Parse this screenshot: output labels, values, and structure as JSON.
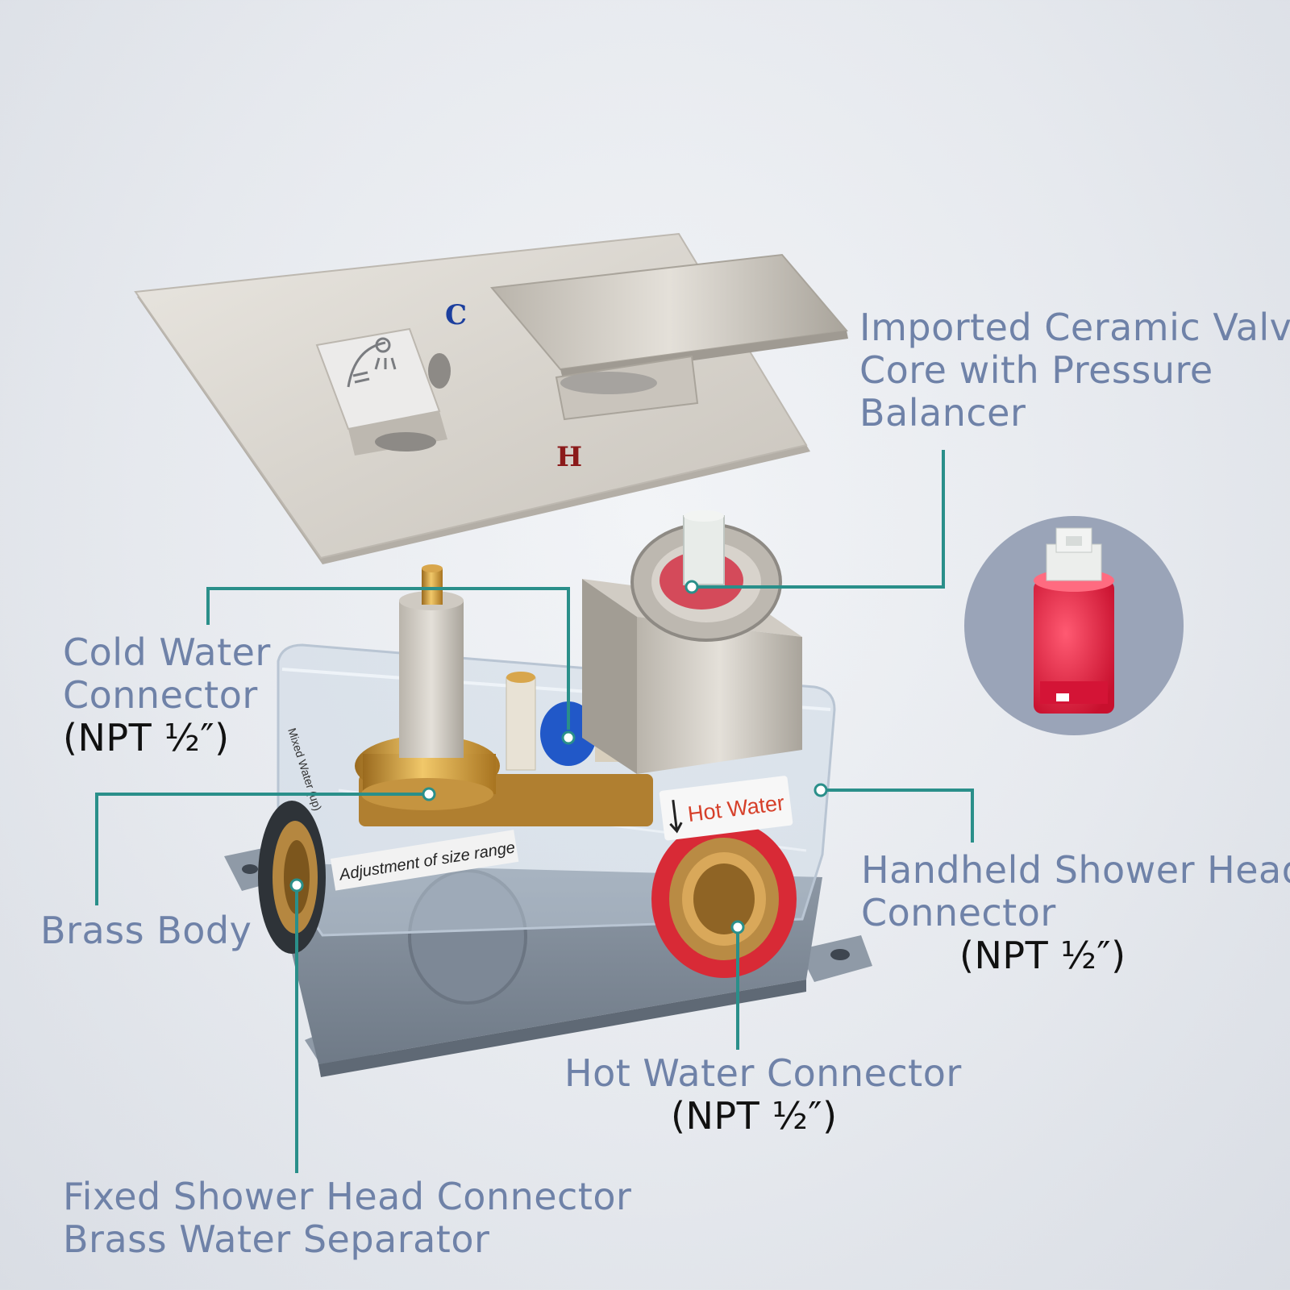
{
  "colors": {
    "label_text": "#6f82a8",
    "spec_text": "#111111",
    "leader_line": "#2a8f8a",
    "cold_mark": "#1c3f9e",
    "hot_mark": "#8b1a1a",
    "hot_sticker_text": "#d6402a",
    "cartridge_red": "#e0193a",
    "inset_circle": "#9aa4b8"
  },
  "icons": {
    "shower_diverter": "shower-head-icon",
    "arrow": "down-arrow-icon"
  },
  "trim": {
    "cold_mark": "C",
    "hot_mark": "H"
  },
  "box_stickers": {
    "hot_water": "Hot Water",
    "adjustment": "Adjustment of size range",
    "mixed_water": "Mixed Water (up)"
  },
  "labels": {
    "ceramic_valve": {
      "line1": "Imported Ceramic Valve",
      "line2": "Core with Pressure",
      "line3": "Balancer"
    },
    "cold_water": {
      "line1": "Cold Water",
      "line2": "Connector",
      "spec": "(NPT ½″)"
    },
    "brass_body": {
      "line1": "Brass Body"
    },
    "handheld": {
      "line1": "Handheld Shower Head",
      "line2": "Connector",
      "spec": "(NPT ½″)"
    },
    "hot_water": {
      "line1": "Hot Water Connector",
      "spec": "(NPT ½″)"
    },
    "fixed_shower": {
      "line1": "Fixed Shower Head Connector",
      "line2": "Brass Water Separator"
    }
  }
}
